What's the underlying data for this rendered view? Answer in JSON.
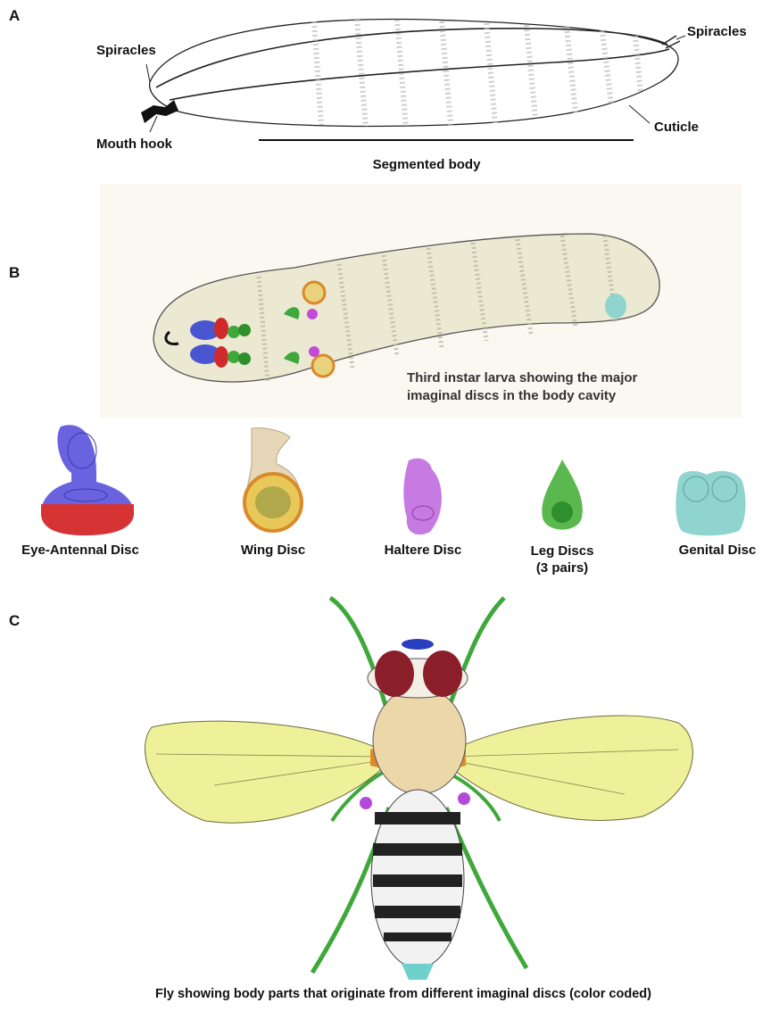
{
  "panel_a": {
    "letter": "A",
    "labels": {
      "spiracles_left": "Spiracles",
      "spiracles_right": "Spiracles",
      "mouth_hook": "Mouth hook",
      "cuticle": "Cuticle",
      "segmented_body": "Segmented body"
    }
  },
  "panel_b": {
    "letter": "B",
    "caption_line1": "Third instar larva showing the major",
    "caption_line2": "imaginal discs in the body cavity",
    "discs": [
      {
        "label": "Eye-Antennal Disc",
        "color": "#5b5bd6"
      },
      {
        "label": "Wing Disc",
        "color": "#d9a53a"
      },
      {
        "label": "Haltere Disc",
        "color": "#c26ad8"
      },
      {
        "label": "Leg Discs",
        "sublabel": "(3 pairs)",
        "color": "#3fa83a"
      },
      {
        "label": "Genital Disc",
        "color": "#7cc7bf"
      }
    ]
  },
  "panel_c": {
    "letter": "C",
    "caption": "Fly showing body parts that originate from different imaginal discs (color coded)"
  },
  "colors": {
    "eye_antenna": "#4a55d0",
    "eye_red": "#d02a2a",
    "wing_yellow": "#eef19a",
    "haltere": "#b44ad8",
    "leg_green": "#3fa83a",
    "genital": "#6fd0cc",
    "larva_body": "#efeddc"
  }
}
